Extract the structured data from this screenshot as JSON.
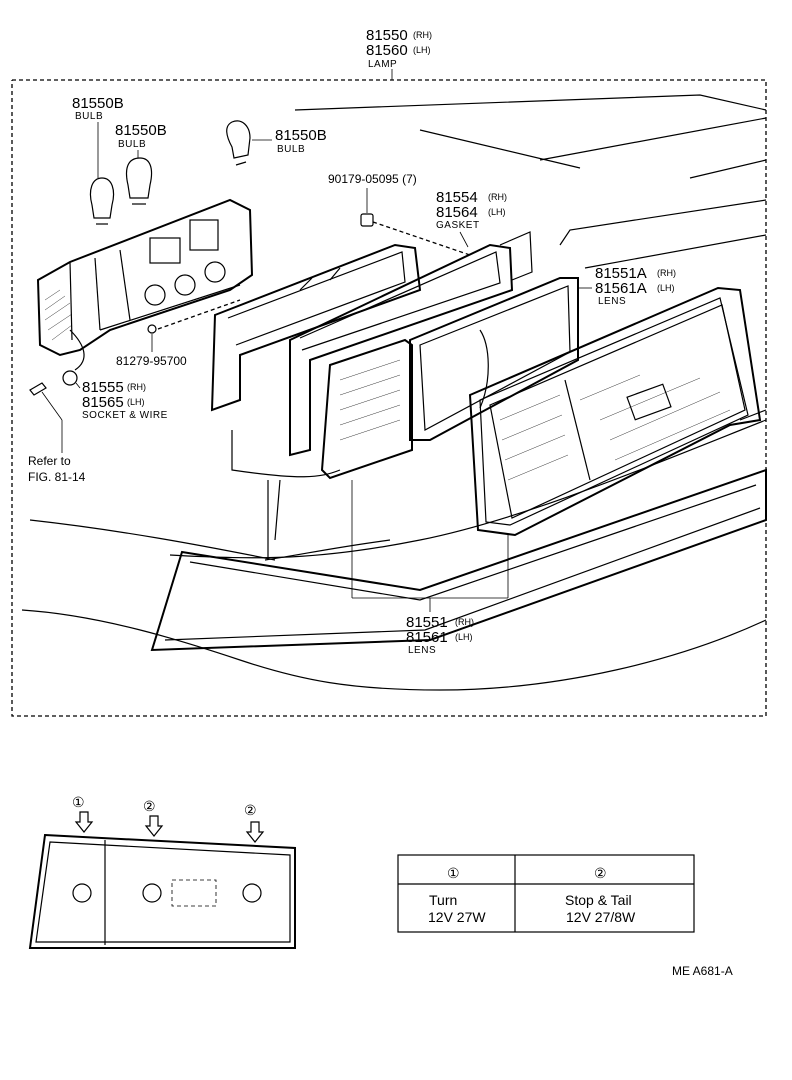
{
  "lamp": {
    "pn_rh": "81550",
    "sfx_rh": "(RH)",
    "pn_lh": "81560",
    "sfx_lh": "(LH)",
    "name": "LAMP"
  },
  "bulbs": [
    {
      "pn": "81550B",
      "name": "BULB"
    },
    {
      "pn": "81550B",
      "name": "BULB"
    },
    {
      "pn": "81550B",
      "name": "BULB"
    }
  ],
  "nut": {
    "pn": "90179-05095 (7)"
  },
  "gasket": {
    "pn_rh": "81554",
    "sfx_rh": "(RH)",
    "pn_lh": "81564",
    "sfx_lh": "(LH)",
    "name": "GASKET"
  },
  "lens_a": {
    "pn_rh": "81551A",
    "sfx_rh": "(RH)",
    "pn_lh": "81561A",
    "sfx_lh": "(LH)",
    "name": "LENS"
  },
  "screw": {
    "pn": "81279-95700"
  },
  "socket": {
    "pn_rh": "81555",
    "sfx_rh": "(RH)",
    "pn_lh": "81565",
    "sfx_lh": "(LH)",
    "name": "SOCKET & WIRE"
  },
  "refer": {
    "line1": "Refer to",
    "line2": "FIG. 81-14"
  },
  "lens_b": {
    "pn_rh": "81551",
    "sfx_rh": "(RH)",
    "pn_lh": "81561",
    "sfx_lh": "(LH)",
    "name": "LENS"
  },
  "positions": {
    "p1": "①",
    "p2a": "②",
    "p2b": "②"
  },
  "table": {
    "h1": "①",
    "h2": "②",
    "c1_l1": "Turn",
    "c1_l2": "12V 27W",
    "c2_l1": "Stop & Tail",
    "c2_l2": "12V 27/8W"
  },
  "code": "ME  A681-A"
}
